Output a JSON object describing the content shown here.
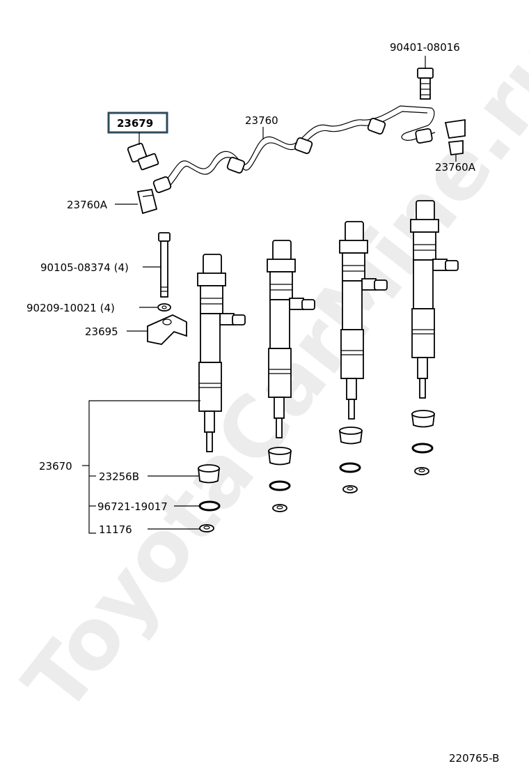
{
  "watermark": "ToyotaCarMine.ru",
  "diagram_code": "220765-B",
  "parts": {
    "bolt_top": "90401-08016",
    "fuel_pipe": "23760",
    "union_bolt_highlight": "23679",
    "clamp_left": "23760A",
    "clamp_right": "23760A",
    "clamp_bolt": "90105-08374 (4)",
    "washer": "90209-10021 (4)",
    "clamp": "23695",
    "injector_assy": "23670",
    "seat": "23256B",
    "o_ring": "96721-19017",
    "gasket": "11176"
  },
  "highlight_color": "#2f4a5c"
}
